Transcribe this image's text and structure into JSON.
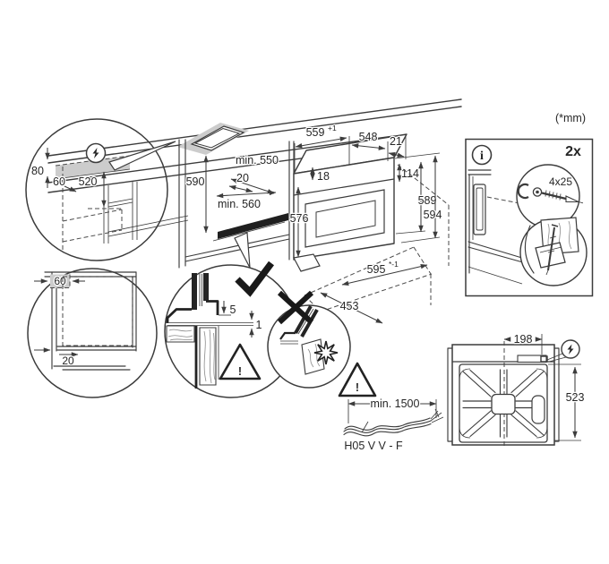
{
  "colors": {
    "line": "#3c3c3c",
    "ink": "#262626",
    "shade": "#cccccc",
    "plinth": "#1f1f1f"
  },
  "units_note": "(*mm)",
  "power_zone_detail": {
    "dim_80": "80",
    "dim_60": "60",
    "dim_520": "520"
  },
  "niche": {
    "dim_590": "590",
    "dim_min550": "min. 550",
    "dim_20": "20",
    "dim_min560": "min. 560"
  },
  "oven": {
    "dim_559": "559",
    "tol_559": "+1",
    "dim_548": "548",
    "dim_21": "21",
    "dim_18": "18",
    "dim_114": "114",
    "dim_576": "576",
    "dim_589": "589",
    "dim_594": "594",
    "dim_595": "595",
    "tol_595": "*-1",
    "dim_453": "453"
  },
  "hardware": {
    "info": "i",
    "qty": "2x",
    "screw": "4x25"
  },
  "front_detail": {
    "dim_60": "60",
    "dim_20": "20"
  },
  "gap_detail": {
    "dim_5": "5",
    "dim_1": "1",
    "warn": "!"
  },
  "cable": {
    "length": "min. 1500",
    "type": "H05 V V - F",
    "warn": "!"
  },
  "rear": {
    "dim_198": "198",
    "dim_523": "523"
  }
}
